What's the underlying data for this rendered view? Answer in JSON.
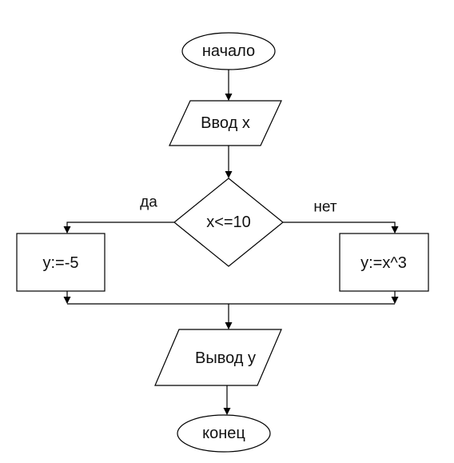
{
  "flowchart": {
    "start": "начало",
    "input": "Ввод x",
    "condition": "x<=10",
    "yes_label": "да",
    "no_label": "нет",
    "yes_action": "y:=-5",
    "no_action": "y:=x^3",
    "output": "Вывод y",
    "end": "конец"
  },
  "colors": {
    "stroke": "#000000",
    "background": "#ffffff",
    "text": "#111111"
  }
}
